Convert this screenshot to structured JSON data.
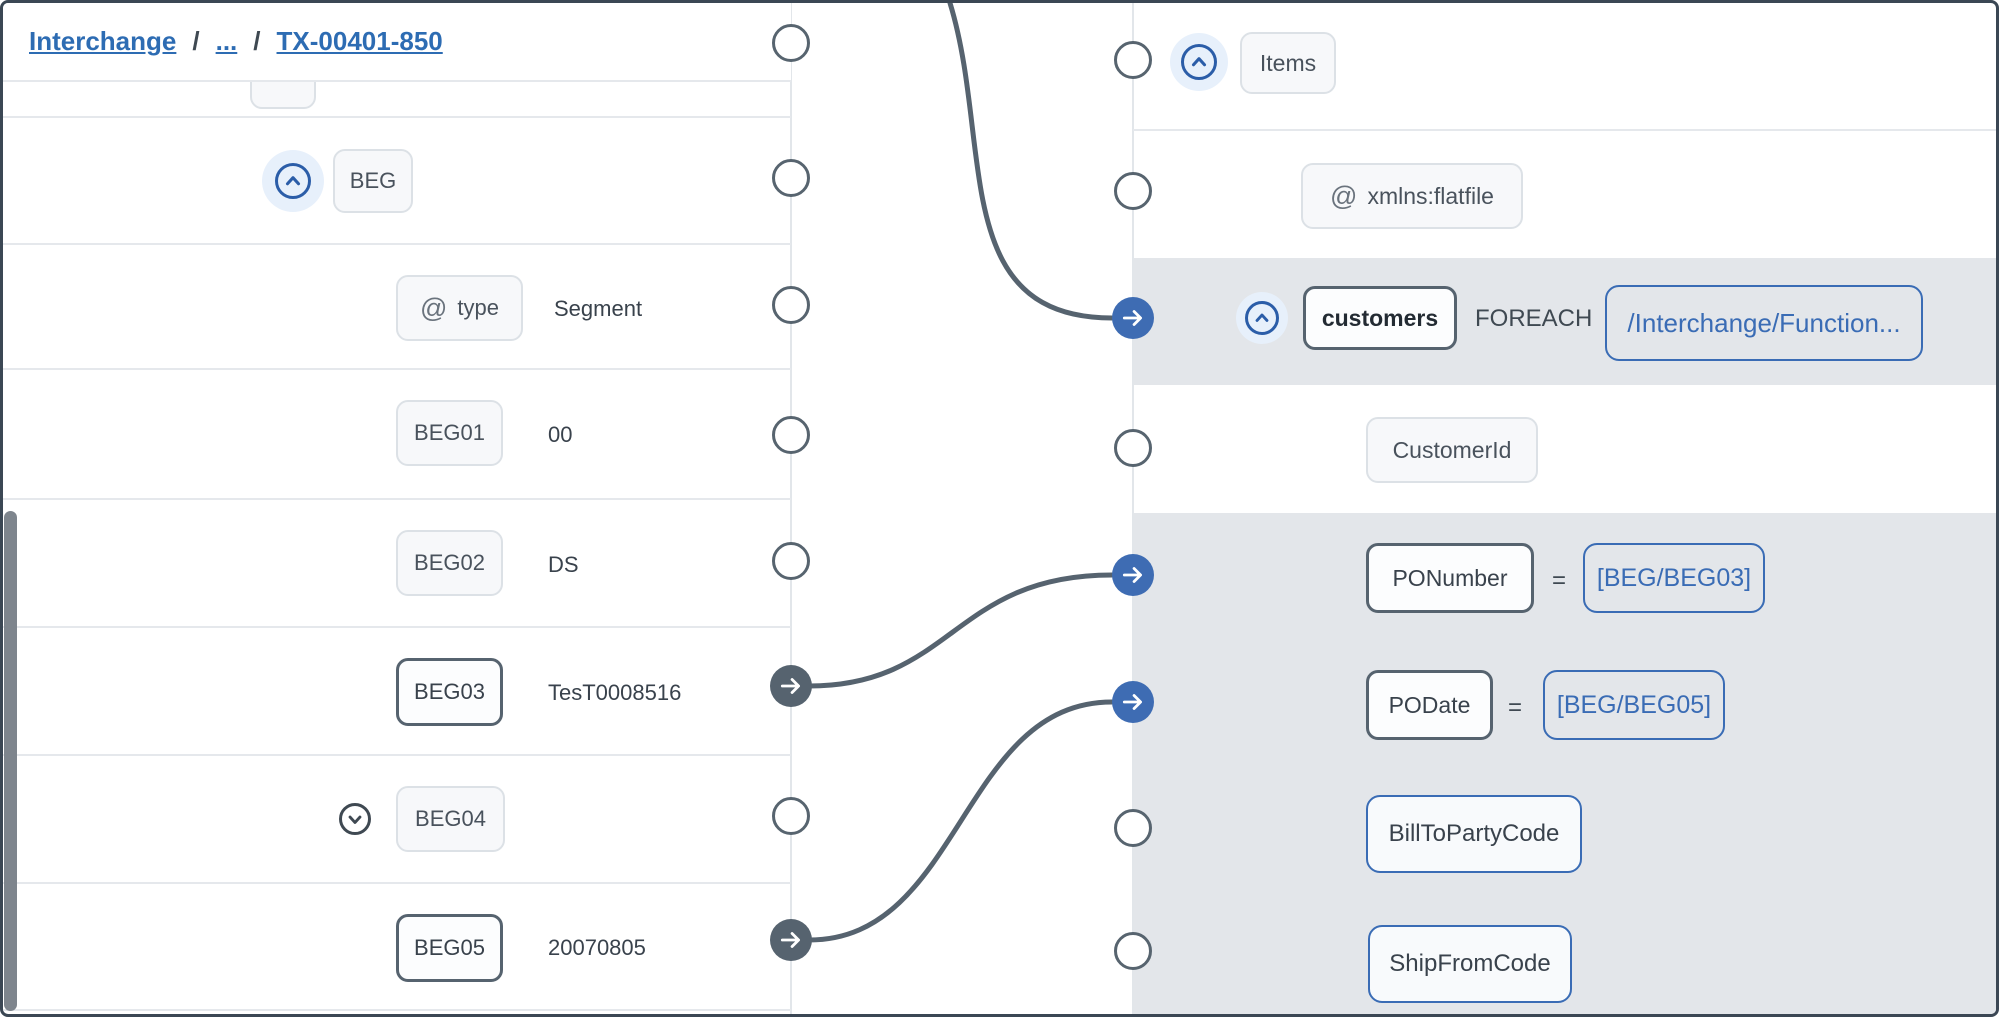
{
  "breadcrumb": {
    "separator": "/",
    "links": [
      "Interchange",
      "...",
      "TX-00401-850"
    ]
  },
  "source_tree": {
    "rows": [
      {
        "chip": "BEG"
      },
      {
        "attr": "@",
        "chip": "type",
        "value": "Segment"
      },
      {
        "chip": "BEG01",
        "value": "00"
      },
      {
        "chip": "BEG02",
        "value": "DS"
      },
      {
        "chip": "BEG03",
        "value": "TesT0008516"
      },
      {
        "chip": "BEG04"
      },
      {
        "chip": "BEG05",
        "value": "20070805"
      }
    ]
  },
  "target_tree": {
    "rows": [
      {
        "chip": "Items"
      },
      {
        "attr": "@",
        "chip": "xmlns:flatfile"
      },
      {
        "chip": "customers",
        "keyword": "FOREACH",
        "xpath": "/Interchange/Function..."
      },
      {
        "chip": "CustomerId"
      },
      {
        "chip": "PONumber",
        "operator": "=",
        "xpath": "[BEG/BEG03]"
      },
      {
        "chip": "PODate",
        "operator": "=",
        "xpath": "[BEG/BEG05]"
      },
      {
        "chip": "BillToPartyCode"
      },
      {
        "chip": "ShipFromCode"
      }
    ]
  },
  "colors": {
    "accent_blue": "#3e6cb3",
    "slate": "#56636f",
    "row_highlight": "#e3e6ea",
    "link_blue": "#2d6cb3"
  }
}
